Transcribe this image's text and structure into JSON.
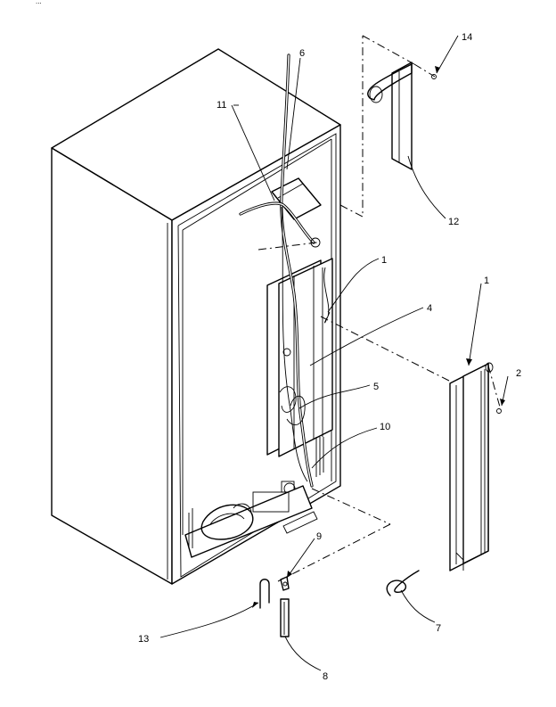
{
  "header_fragment": "...",
  "callouts": [
    {
      "id": "c14",
      "text": "14"
    },
    {
      "id": "c6",
      "text": "6"
    },
    {
      "id": "c11",
      "text": "11"
    },
    {
      "id": "c12",
      "text": "12"
    },
    {
      "id": "c1a",
      "text": "1"
    },
    {
      "id": "c1b",
      "text": "1"
    },
    {
      "id": "c4",
      "text": "4"
    },
    {
      "id": "c2",
      "text": "2"
    },
    {
      "id": "c5",
      "text": "5"
    },
    {
      "id": "c10",
      "text": "10"
    },
    {
      "id": "c9",
      "text": "9"
    },
    {
      "id": "c13",
      "text": "13"
    },
    {
      "id": "c7",
      "text": "7"
    },
    {
      "id": "c8",
      "text": "8"
    }
  ]
}
